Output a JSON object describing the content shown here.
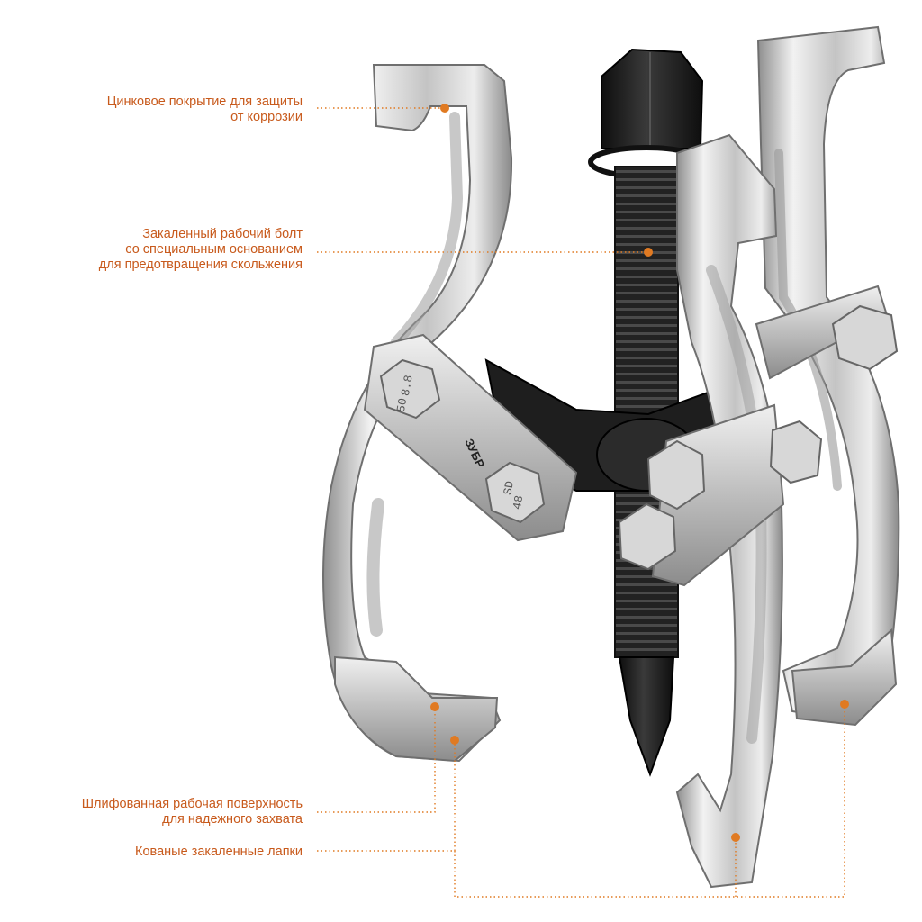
{
  "callouts": [
    {
      "lines": [
        "Цинковое покрытие для защиты",
        "от коррозии"
      ]
    },
    {
      "lines": [
        "Закаленный рабочий болт",
        "со специальным основанием",
        "для предотвращения скольжения"
      ]
    },
    {
      "lines": [
        "Шлифованная рабочая поверхность",
        "для надежного захвата"
      ]
    },
    {
      "lines": [
        "Кованые закаленные лапки"
      ]
    }
  ],
  "brand": "ЗУБР",
  "bolt_markings": [
    "8.8",
    "50",
    "SD",
    "48"
  ],
  "colors": {
    "accent": "#e07a22",
    "text": "#c85a1c",
    "metal_light": "#e6e6e6",
    "metal_mid": "#b4b4b4",
    "metal_dark": "#7a7a7a",
    "bolt": "#1c1c1c"
  }
}
